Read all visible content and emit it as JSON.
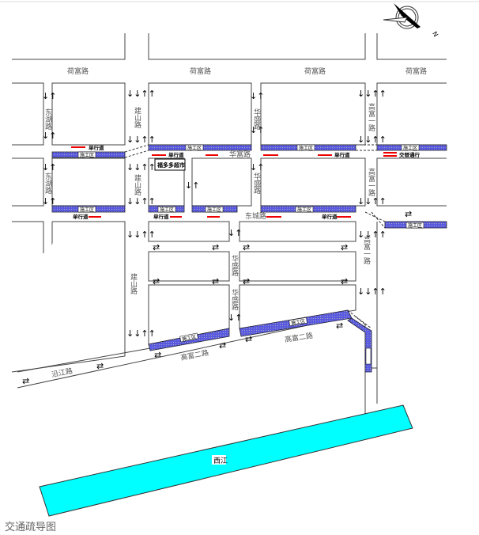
{
  "title": "交通疏导图",
  "roads": {
    "north": "荷富路",
    "middle": "华富路",
    "south": "东城路",
    "gaofu2": "高富二路",
    "yanjiang": "沿江路",
    "v1": "东湖路",
    "v2": "建山路",
    "v3": "华盛路",
    "v4": "高富一路"
  },
  "river": "西江",
  "labels": {
    "construction": "施工区",
    "one_way": "单行道",
    "alternate": "交替通行",
    "supermarket": "福多多超市",
    "north_symbol": "N"
  },
  "colors": {
    "construction": "#5555dd",
    "river": "#00ffff",
    "arrow": "#e00000"
  }
}
